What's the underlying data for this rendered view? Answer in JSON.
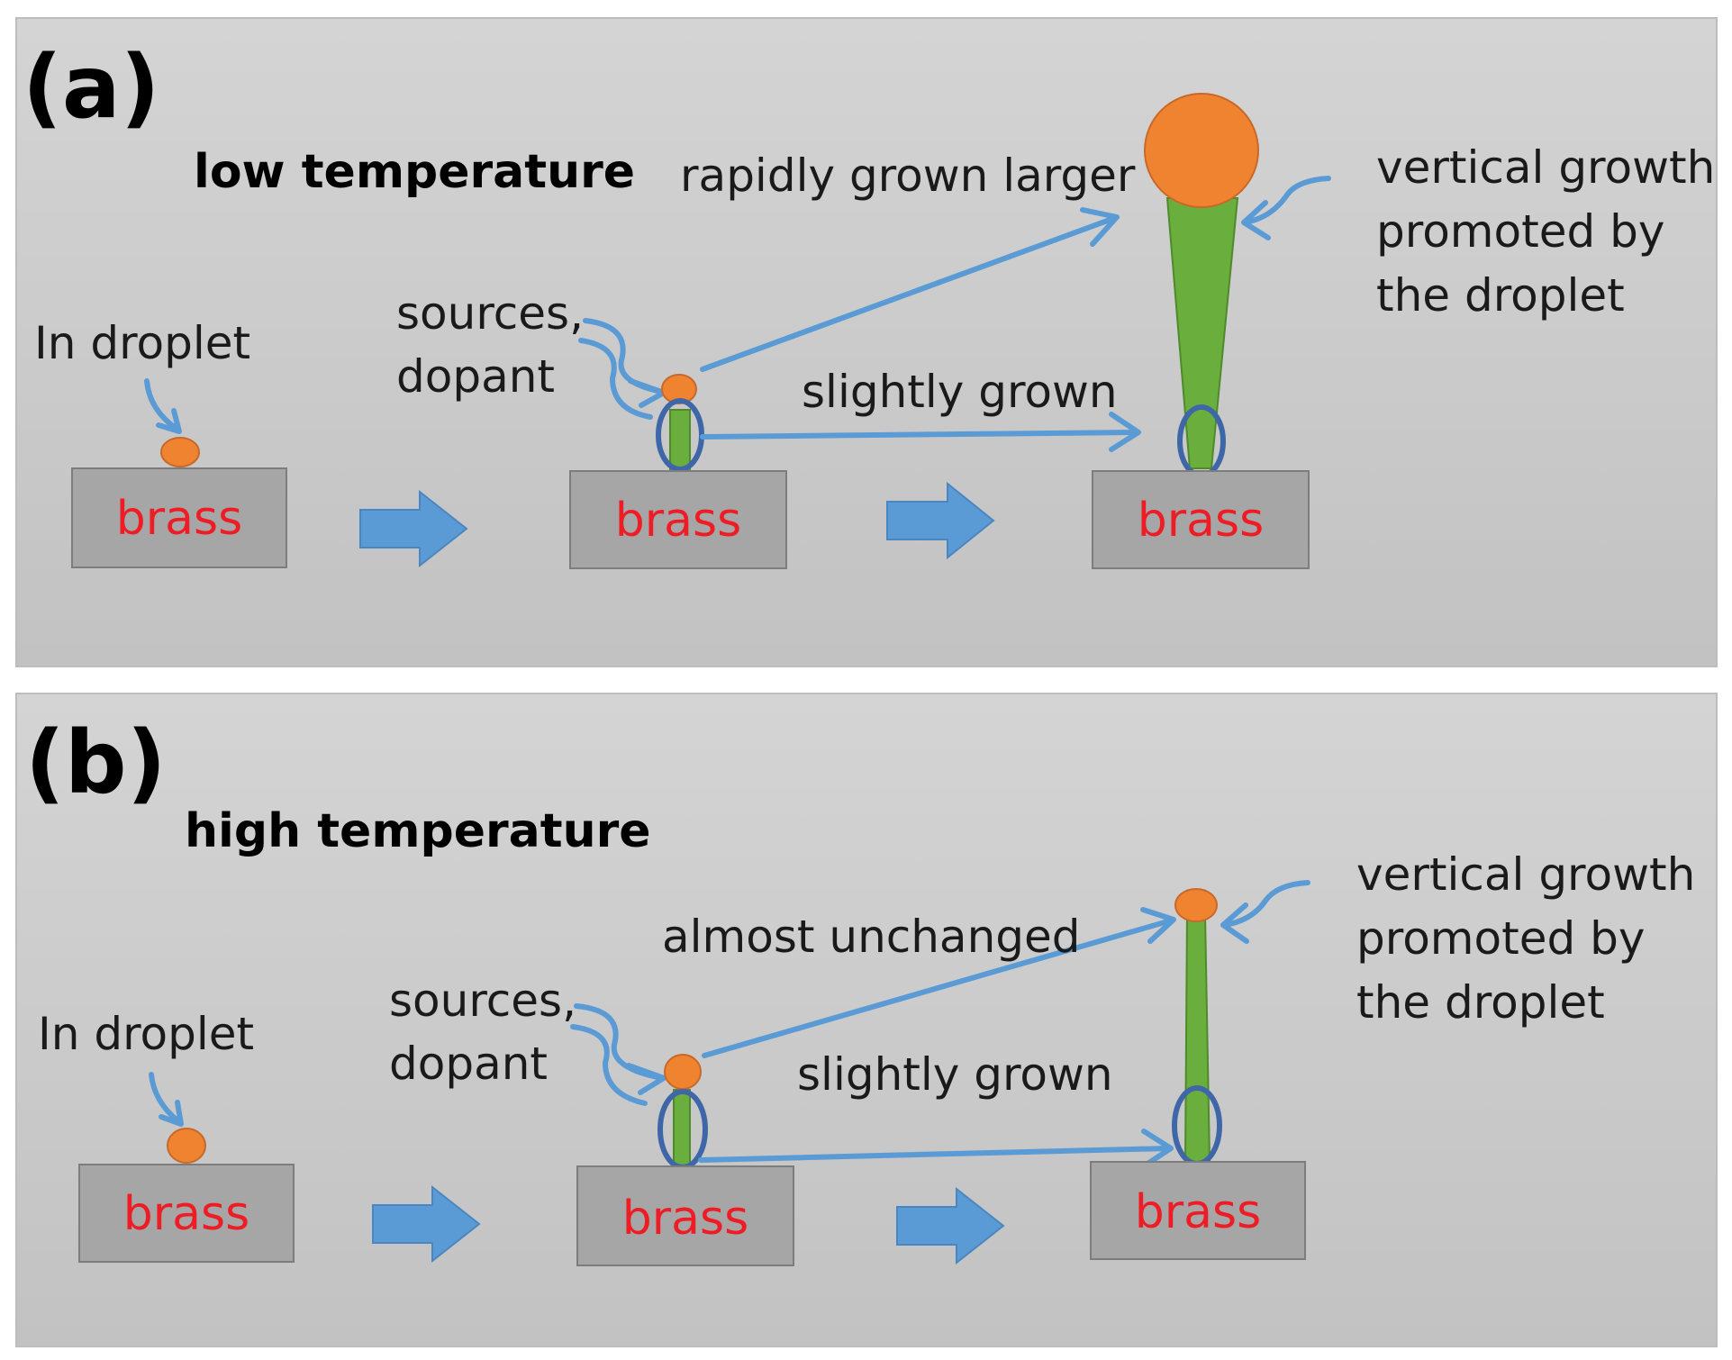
{
  "colors": {
    "panel_fill": "#cbcbcb",
    "substrate_fill": "#a6a6a6",
    "substrate_text": "#ee1c25",
    "droplet_fill": "#f0832f",
    "rod_fill": "#6aaf3d",
    "arrow_blue": "#5b9bd5",
    "ellipse_stroke": "#3f67a8"
  },
  "panel_a": {
    "letter": "(a)",
    "heading": "low temperature",
    "in_droplet": "In droplet",
    "sources_line1": "sources,",
    "sources_line2": "dopant",
    "rapid": "rapidly grown larger",
    "slight": "slightly  grown",
    "vertical_line1": "vertical growth",
    "vertical_line2": "promoted by",
    "vertical_line3": "the droplet",
    "substrate": [
      "brass",
      "brass",
      "brass"
    ]
  },
  "panel_b": {
    "letter": "(b)",
    "heading": "high temperature",
    "in_droplet": "In droplet",
    "sources_line1": "sources,",
    "sources_line2": "dopant",
    "unchanged": "almost unchanged",
    "slight": "slightly grown",
    "vertical_line1": "vertical growth",
    "vertical_line2": "promoted by",
    "vertical_line3": "the droplet",
    "substrate": [
      "brass",
      "brass",
      "brass"
    ]
  }
}
